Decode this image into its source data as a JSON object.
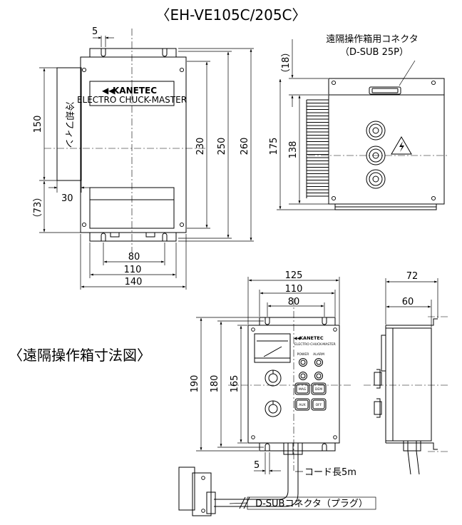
{
  "title": "〈EH-VE105C/205C〉",
  "remote_title": "〈遠隔操作箱寸法図〉",
  "controller": {
    "brand": "KANETEC",
    "model_label": "ELECTRO CHUCK-MASTER",
    "cooling_fin_label": "冷却フィン",
    "connector_label": "遠隔操作箱用コネクタ",
    "connector_type": "（D-SUB 25P）",
    "front_dims": {
      "top_slot": "5",
      "fin_height": "150",
      "height_230": "230",
      "height_250": "250",
      "height_260": "260",
      "lower_ref": "（73）",
      "fin_depth": "30",
      "w_80": "80",
      "w_110": "110",
      "w_140": "140"
    },
    "side_dims": {
      "top_ref": "（18）",
      "h_175": "175",
      "h_138": "138"
    }
  },
  "remote_box": {
    "brand": "KANETEC",
    "model_label": "ELECTRO CHUCK-MASTER",
    "lamp_labels": [
      "POWER",
      "ALARM"
    ],
    "buttons": [
      "MAG",
      "DEM",
      "AUX",
      "OFF"
    ],
    "front_dims": {
      "w_125": "125",
      "w_110": "110",
      "w_80": "80",
      "h_190": "190",
      "h_180": "180",
      "h_165": "165",
      "bottom_slot": "5"
    },
    "side_dims": {
      "d_72": "72",
      "d_60": "60"
    },
    "cord_label": "コード長5m",
    "plug_label": "D-SUBコネクタ（プラグ）"
  }
}
